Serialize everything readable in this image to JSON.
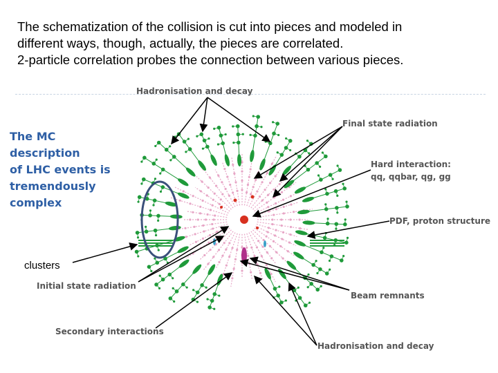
{
  "title_lines": [
    "The schematization of the collision is cut into pieces and modeled in",
    "different ways, though, actually, the pieces are correlated.",
    "2-particle correlation probes the connection between various pieces."
  ],
  "mc_description": [
    "The MC description",
    "of LHC events is",
    "tremendously",
    "complex"
  ],
  "labels": {
    "hadronisation_top": "Hadronisation and decay",
    "final_state_radiation": "Final state radiation",
    "hard_interaction_line1": "Hard interaction:",
    "hard_interaction_line2": "qq, qqbar, qg, gg",
    "pdf": "PDF, proton structure",
    "initial_state_radiation": "Initial state radiation",
    "beam_remnants": "Beam remnants",
    "secondary_interactions": "Secondary interactions",
    "hadronisation_bottom": "Hadronisation and decay",
    "clusters": "clusters"
  },
  "colors": {
    "hadron_green": "#1f9a3a",
    "pink": "#e7a6c6",
    "red_vertex": "#d7301f",
    "annotation_blue": "#2e5fa5",
    "ellipse_navy": "#3a4f7a",
    "beam_remnant": "#b0308a",
    "cyan": "#3aa0c8"
  }
}
